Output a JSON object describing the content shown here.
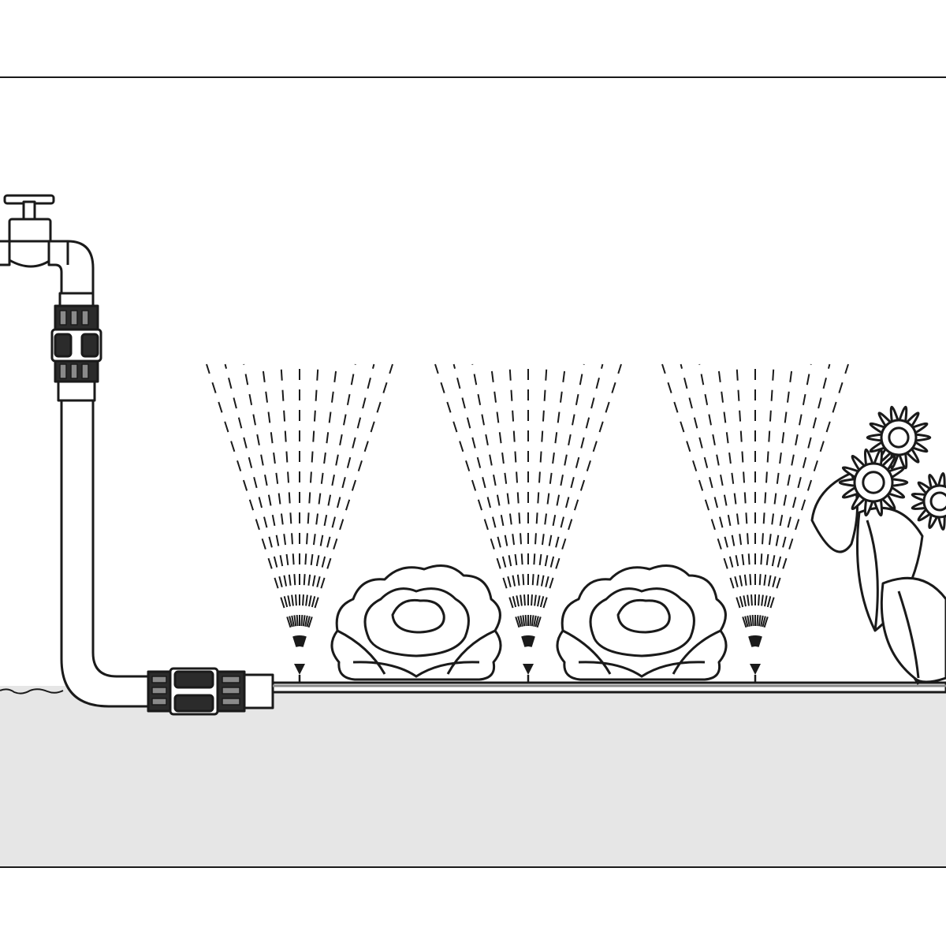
{
  "colors": {
    "background": "#ffffff",
    "line": "#1a1a1a",
    "ground": "#e6e6e6",
    "fitting_dark": "#2b2b2b",
    "fitting_mid": "#8a8a8a",
    "pipe_fill": "#ffffff",
    "plant_fill": "#ffffff"
  },
  "icons": {
    "faucet": "faucet-icon",
    "connector": "hose-connector-icon",
    "sprinkler": "spray-nozzle-icon",
    "lettuce": "lettuce-icon",
    "flowers": "flower-icon"
  },
  "sprinklers": [
    {
      "name": "spray-fan-1"
    },
    {
      "name": "spray-fan-2"
    },
    {
      "name": "spray-fan-3"
    }
  ],
  "lettuces": [
    {
      "name": "lettuce-1"
    },
    {
      "name": "lettuce-2"
    }
  ]
}
